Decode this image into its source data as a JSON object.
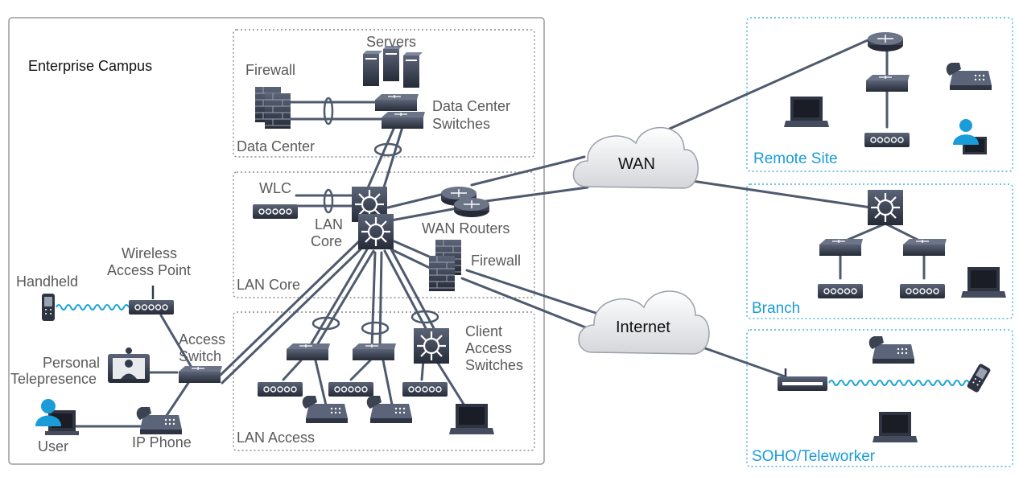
{
  "zones": {
    "enterprise_campus": "Enterprise Campus",
    "data_center": "Data Center",
    "lan_core": "LAN Core",
    "lan_access": "LAN Access",
    "remote_site": "Remote Site",
    "branch": "Branch",
    "soho": "SOHO/Teleworker"
  },
  "labels": {
    "servers": "Servers",
    "firewall_dc": "Firewall",
    "dc_switches_1": "Data Center",
    "dc_switches_2": "Switches",
    "wlc": "WLC",
    "lan_core_1": "LAN",
    "lan_core_2": "Core",
    "wan_routers": "WAN Routers",
    "firewall_edge": "Firewall",
    "wap_1": "Wireless",
    "wap_2": "Access Point",
    "handheld": "Handheld",
    "access_switch_1": "Access",
    "access_switch_2": "Switch",
    "telepresence_1": "Personal",
    "telepresence_2": "Telepresence",
    "user": "User",
    "ip_phone": "IP Phone",
    "client_access_1": "Client",
    "client_access_2": "Access",
    "client_access_3": "Switches",
    "wan": "WAN",
    "internet": "Internet"
  },
  "colors": {
    "campus_border": "#9a9a9a",
    "zone_border_gray": "#8a8a8a",
    "zone_border_blue": "#3fb4dc",
    "device_dark": "#333a4a",
    "link": "#4f5a6e",
    "accent_blue": "#1a9cd8"
  }
}
